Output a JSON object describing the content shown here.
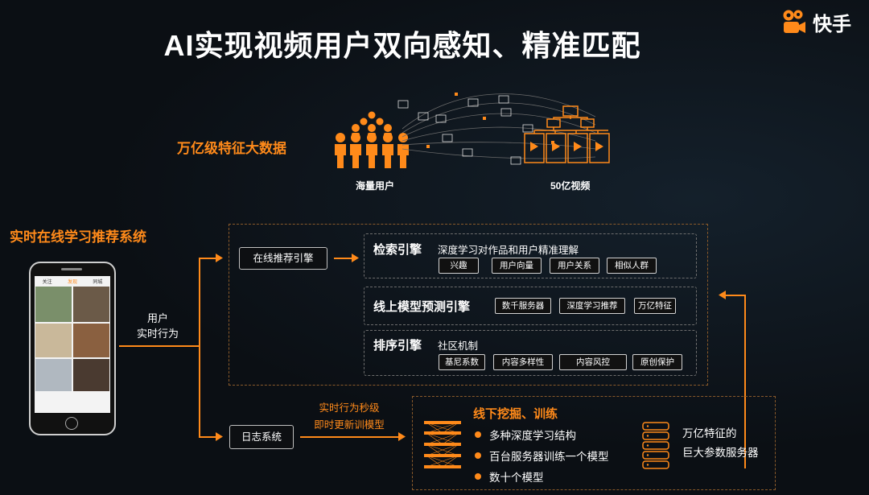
{
  "title": "AI实现视频用户双向感知、精准匹配",
  "logo": {
    "text": "快手",
    "icon": "kuaishou-logo-icon"
  },
  "top": {
    "data_label": "万亿级特征大数据",
    "users_label": "海量用户",
    "videos_label": "50亿视频"
  },
  "left": {
    "system_label": "实时在线学习推荐系统",
    "user_behavior_l1": "用户",
    "user_behavior_l2": "实时行为",
    "phone_tabs": [
      "关注",
      "发现",
      "同城"
    ]
  },
  "online": {
    "engine_button": "在线推荐引擎",
    "search": {
      "title": "检索引擎",
      "desc": "深度学习对作品和用户精准理解",
      "tags": [
        "兴趣",
        "用户向量",
        "用户关系",
        "相似人群"
      ]
    },
    "predict": {
      "title": "线上模型预测引擎",
      "tags": [
        "数千服务器",
        "深度学习推荐",
        "万亿特征"
      ]
    },
    "rank": {
      "title": "排序引擎",
      "desc": "社区机制",
      "tags": [
        "基尼系数",
        "内容多样性",
        "内容风控",
        "原创保护"
      ]
    }
  },
  "log": {
    "button": "日志系统",
    "arrow_l1": "实时行为秒级",
    "arrow_l2": "即时更新训模型"
  },
  "offline": {
    "title": "线下挖掘、训练",
    "bullets": [
      "多种深度学习结构",
      "百台服务器训练一个模型",
      "数十个模型"
    ],
    "server_l1": "万亿特征的",
    "server_l2": "巨大参数服务器"
  },
  "colors": {
    "accent": "#ff8a1a",
    "background": "#0b0f14"
  }
}
